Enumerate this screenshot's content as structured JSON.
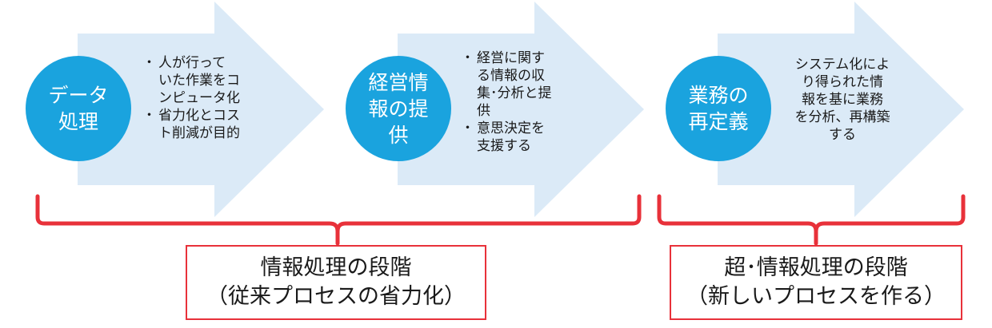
{
  "stages": [
    {
      "title": "データ\n処理",
      "bullets": [
        "人が行って\nいた作業をコ\nンピュータ化",
        "省力化とコス\nト削減が目的"
      ]
    },
    {
      "title": "経営情\n報の提\n供",
      "bullets": [
        "経営に関す\nる情報の収\n集･分析と提\n供",
        "意思決定を\n支援する"
      ]
    },
    {
      "title": "業務の\n再定義",
      "text": "システム化によ\nり得られた情\n報を基に業務\nを分析、再構築\nする"
    }
  ],
  "phases": [
    {
      "line1": "情報処理の段階",
      "line2": "（従来プロセスの省力化）"
    },
    {
      "line1": "超･情報処理の段階",
      "line2": "（新しいプロセスを作る）"
    }
  ],
  "colors": {
    "arrow": "#dbeaf7",
    "circle": "#1aa3de",
    "brace": "#e8313a"
  }
}
